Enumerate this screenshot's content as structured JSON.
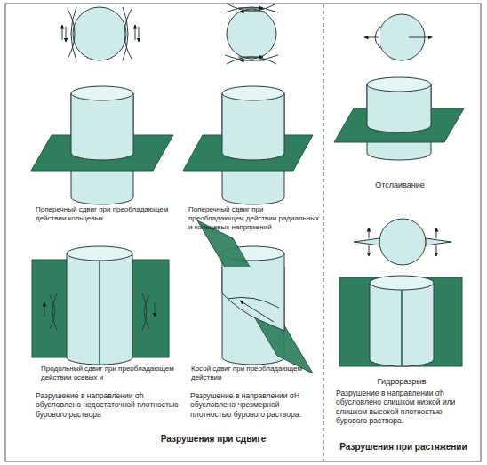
{
  "diagram": {
    "labels": [
      "Поперечный сдвиг при преобладающем действии кольцевых",
      "Поперечный сдвиг при преобладающем действии радиальных и кольцевых напряжений",
      "Отслаивание",
      "Продольный сдвиг при преобладающем действии осевых и",
      "Косой сдвиг при преобладающем действии",
      "Гидроразрыв",
      "Разрушение в направлении σh обусловлено недостаточной плотностью бурового раствора",
      "Разрушение в направлении σH обусловлено чрезмерной плотностью бурового раствора.",
      "Разрушение в направлении σh обусловлено слишком низкой или слишком высокой плотностью бурового раствора.",
      "Разрушения при сдвиге",
      "Разрушения при растяжении"
    ]
  }
}
